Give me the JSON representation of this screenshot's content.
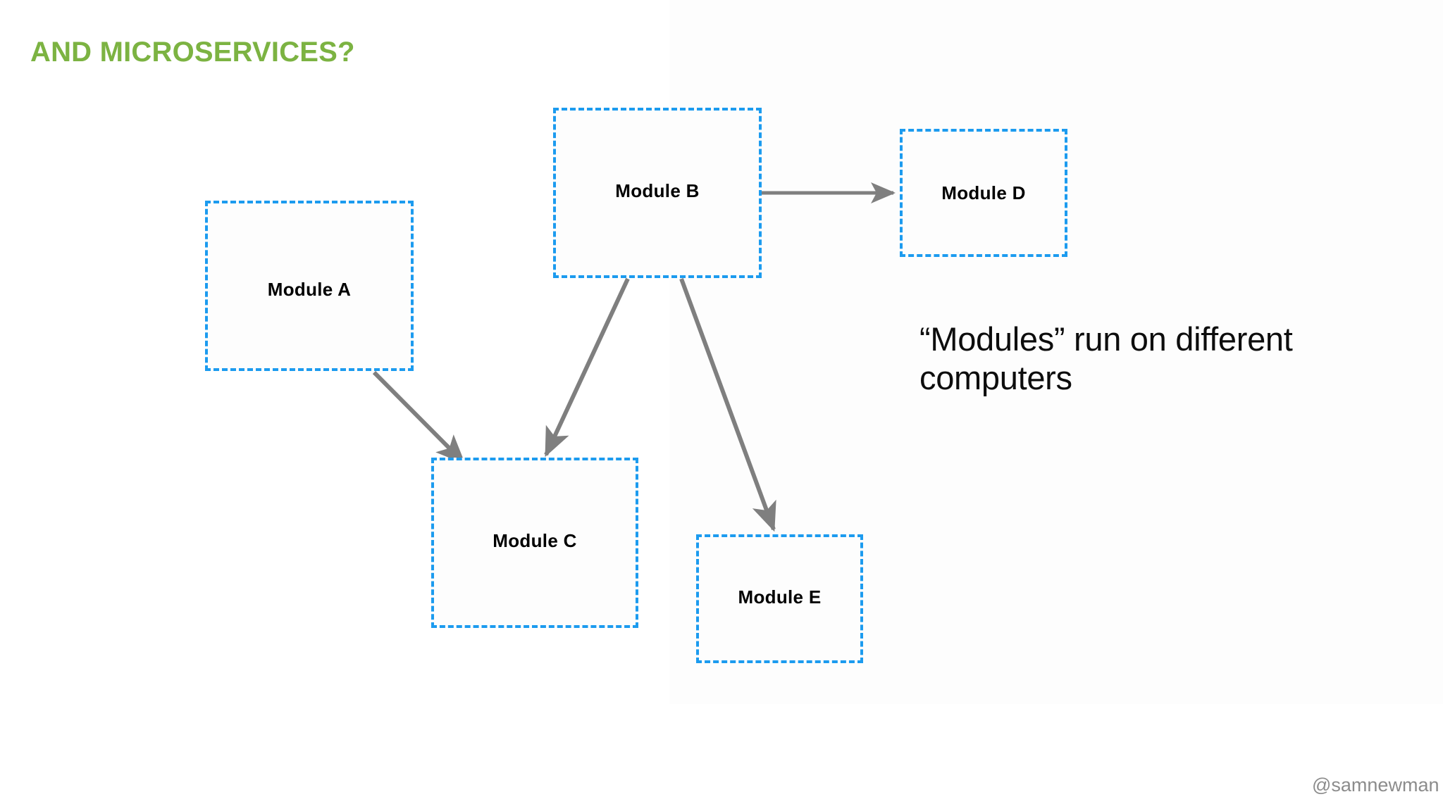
{
  "slide": {
    "title": "AND MICROSERVICES?",
    "title_color": "#7CB342",
    "background_color": "#ffffff",
    "watermark": "@samnewman",
    "watermark_color": "#8c8c8c"
  },
  "diagram": {
    "box_border_color": "#1C9BEF",
    "arrow_color": "#7F7F7F",
    "nodes": [
      {
        "id": "a",
        "label": "Module A"
      },
      {
        "id": "b",
        "label": "Module B"
      },
      {
        "id": "c",
        "label": "Module C"
      },
      {
        "id": "d",
        "label": "Module D"
      },
      {
        "id": "e",
        "label": "Module E"
      }
    ],
    "edges": [
      {
        "from": "Module B",
        "to": "Module D"
      },
      {
        "from": "Module A",
        "to": "Module C"
      },
      {
        "from": "Module B",
        "to": "Module C"
      },
      {
        "from": "Module B",
        "to": "Module E"
      }
    ]
  },
  "callout": {
    "line1": "“Modules” run on different",
    "line2": "computers"
  }
}
